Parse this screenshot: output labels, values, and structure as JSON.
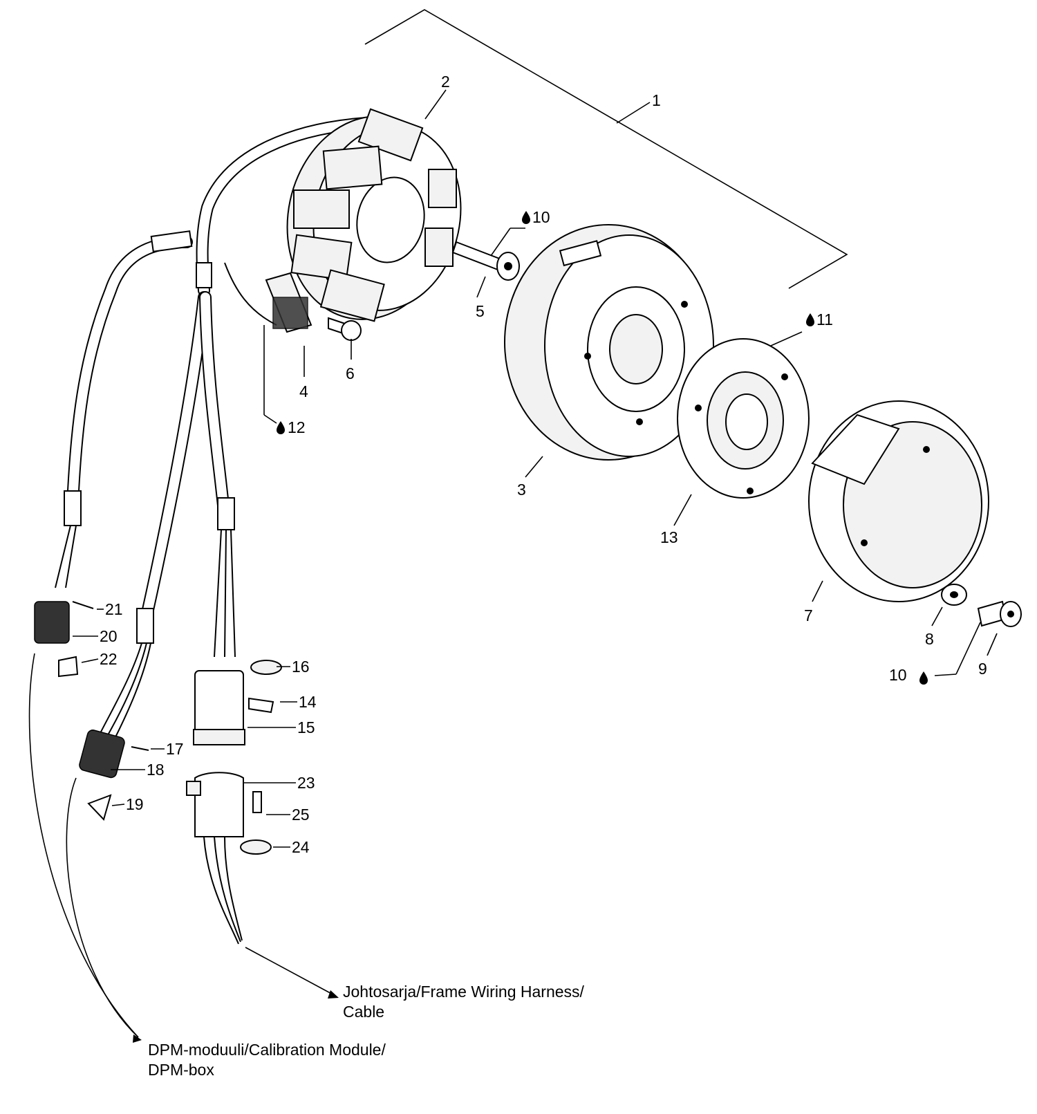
{
  "callouts": {
    "c1": "1",
    "c2": "2",
    "c3": "3",
    "c4": "4",
    "c5": "5",
    "c6": "6",
    "c7": "7",
    "c8": "8",
    "c9": "9",
    "c10a": "10",
    "c10b": "10",
    "c11": "11",
    "c12": "12",
    "c13": "13",
    "c14": "14",
    "c15": "15",
    "c16": "16",
    "c17": "17",
    "c18": "18",
    "c19": "19",
    "c20": "20",
    "c21": "21",
    "c22": "22",
    "c23": "23",
    "c24": "24",
    "c25": "25"
  },
  "notes": {
    "harness_line1": "Johtosarja/Frame Wiring Harness/",
    "harness_line2": "Cable",
    "dpm_line1": "DPM-moduuli/Calibration Module/",
    "dpm_line2": "DPM-box"
  },
  "icons": {
    "drop": "oil-drop-icon"
  }
}
